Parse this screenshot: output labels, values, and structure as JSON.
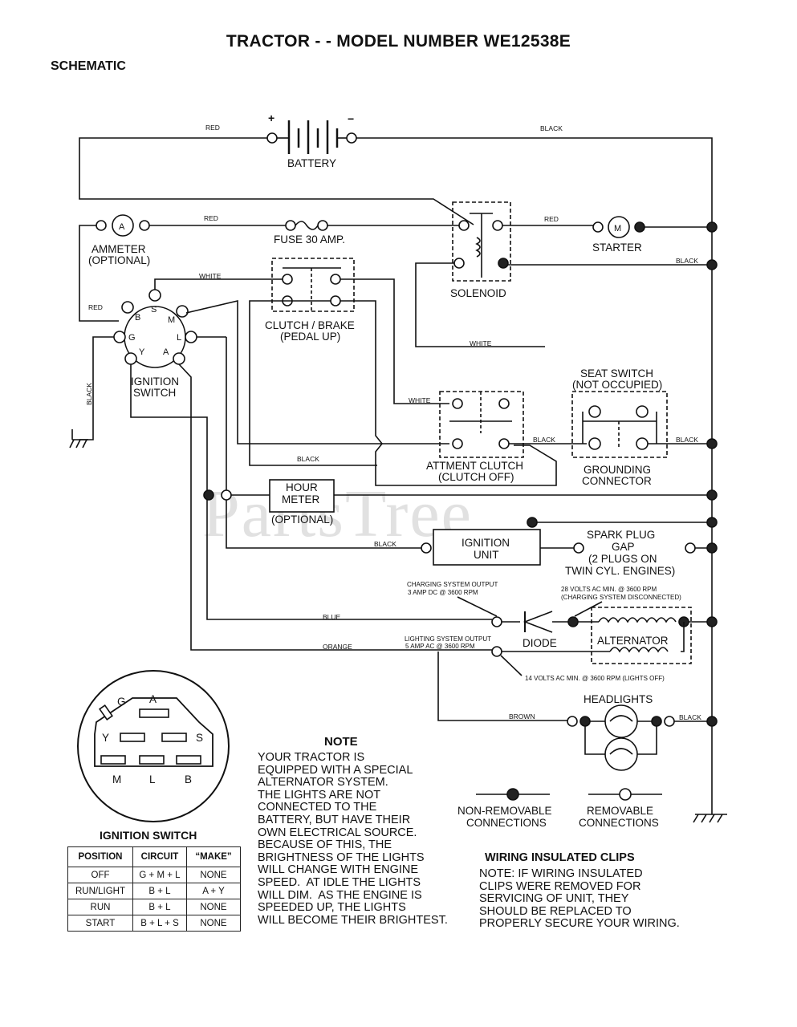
{
  "title": "TRACTOR - - MODEL NUMBER WE12538E",
  "subtitle": "SCHEMATIC",
  "watermark": "PartsTree",
  "components": {
    "battery": "BATTERY",
    "battery_plus": "+",
    "battery_minus": "−",
    "ammeter_symbol": "A",
    "ammeter_line1": "AMMETER",
    "ammeter_line2": "(OPTIONAL)",
    "fuse": "FUSE 30 AMP.",
    "solenoid": "SOLENOID",
    "starter_symbol": "M",
    "starter": "STARTER",
    "clutch_brake_line1": "CLUTCH / BRAKE",
    "clutch_brake_line2": "(PEDAL UP)",
    "ignition_switch_line1": "IGNITION",
    "ignition_switch_line2": "SWITCH",
    "seat_switch_line1": "SEAT SWITCH",
    "seat_switch_line2": "(NOT OCCUPIED)",
    "grounding_line1": "GROUNDING",
    "grounding_line2": "CONNECTOR",
    "attachment_clutch_line1": "ATTMENT CLUTCH",
    "attachment_clutch_line2": "(CLUTCH OFF)",
    "hour_meter_line1": "HOUR",
    "hour_meter_line2": "METER",
    "hour_meter_line3": "(OPTIONAL)",
    "ignition_unit_line1": "IGNITION",
    "ignition_unit_line2": "UNIT",
    "spark_line1": "SPARK PLUG",
    "spark_line2": "GAP",
    "spark_line3": "(2 PLUGS ON",
    "spark_line4": "TWIN CYL. ENGINES)",
    "charging_line1": "CHARGING SYSTEM OUTPUT",
    "charging_line2": "3 AMP DC @ 3600 RPM",
    "volts28_line1": "28 VOLTS AC MIN. @ 3600 RPM",
    "volts28_line2": "(CHARGING SYSTEM DISCONNECTED)",
    "lighting_line1": "LIGHTING SYSTEM OUTPUT",
    "lighting_line2": "5 AMP AC @ 3600 RPM",
    "volts14": "14 VOLTS AC MIN. @ 3600 RPM (LIGHTS OFF)",
    "diode": "DIODE",
    "alternator": "ALTERNATOR",
    "headlights": "HEADLIGHTS",
    "non_removable_line1": "NON-REMOVABLE",
    "non_removable_line2": "CONNECTIONS",
    "removable_line1": "REMOVABLE",
    "removable_line2": "CONNECTIONS"
  },
  "ignition_terminals": {
    "B": "B",
    "S": "S",
    "M": "M",
    "G": "G",
    "L": "L",
    "Y": "Y",
    "A": "A"
  },
  "wire_colors": {
    "red": "RED",
    "black": "BLACK",
    "white": "WHITE",
    "blue": "BLUE",
    "orange": "ORANGE",
    "brown": "BROWN"
  },
  "ignition_table": {
    "heading": "IGNITION SWITCH",
    "headers": [
      "POSITION",
      "CIRCUIT",
      "“MAKE”"
    ],
    "rows": [
      [
        "OFF",
        "G + M + L",
        "NONE"
      ],
      [
        "RUN/LIGHT",
        "B + L",
        "A + Y"
      ],
      [
        "RUN",
        "B + L",
        "NONE"
      ],
      [
        "START",
        "B + L + S",
        "NONE"
      ]
    ]
  },
  "note": {
    "heading": "NOTE",
    "text": "YOUR TRACTOR IS\nEQUIPPED WITH A SPECIAL\nALTERNATOR SYSTEM.\nTHE LIGHTS ARE NOT\nCONNECTED TO THE\nBATTERY, BUT HAVE THEIR\nOWN ELECTRICAL SOURCE.\nBECAUSE OF THIS, THE\nBRIGHTNESS OF THE LIGHTS\nWILL CHANGE WITH ENGINE\nSPEED.  AT IDLE THE LIGHTS\nWILL DIM.  AS THE ENGINE IS\nSPEEDED UP, THE LIGHTS\nWILL BECOME THEIR BRIGHTEST."
  },
  "clips": {
    "heading": "WIRING INSULATED CLIPS",
    "text": "NOTE: IF WIRING INSULATED\nCLIPS WERE REMOVED FOR\nSERVICING OF UNIT, THEY\nSHOULD BE REPLACED TO\nPROPERLY SECURE YOUR WIRING."
  }
}
